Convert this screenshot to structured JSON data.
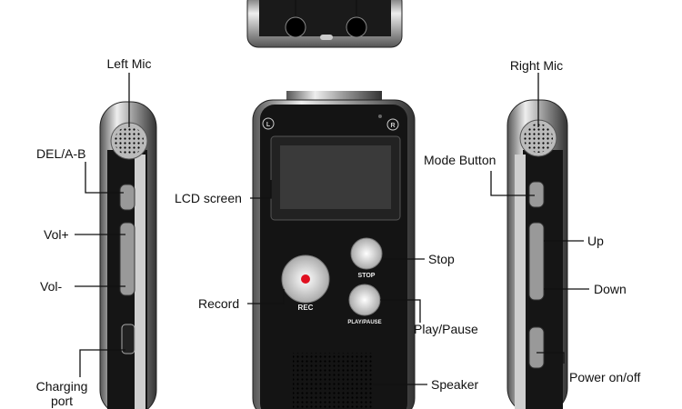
{
  "labels": {
    "left_mic": "Left Mic",
    "del_ab": "DEL/A-B",
    "vol_plus": "Vol+",
    "vol_minus": "Vol-",
    "charging_port_1": "Charging",
    "charging_port_2": "port",
    "lcd_screen": "LCD screen",
    "record": "Record",
    "stop": "Stop",
    "play_pause": "Play/Pause",
    "speaker": "Speaker",
    "right_mic": "Right Mic",
    "mode_button": "Mode Button",
    "up": "Up",
    "down": "Down",
    "power": "Power on/off"
  },
  "device_text": {
    "l_mark": "L",
    "r_mark": "R",
    "rec": "REC",
    "stop": "STOP",
    "play_pause": "PLAY/PAUSE"
  },
  "colors": {
    "record_dot": "#e01020",
    "body": "#151515",
    "lcd": "#3a3a3a"
  }
}
